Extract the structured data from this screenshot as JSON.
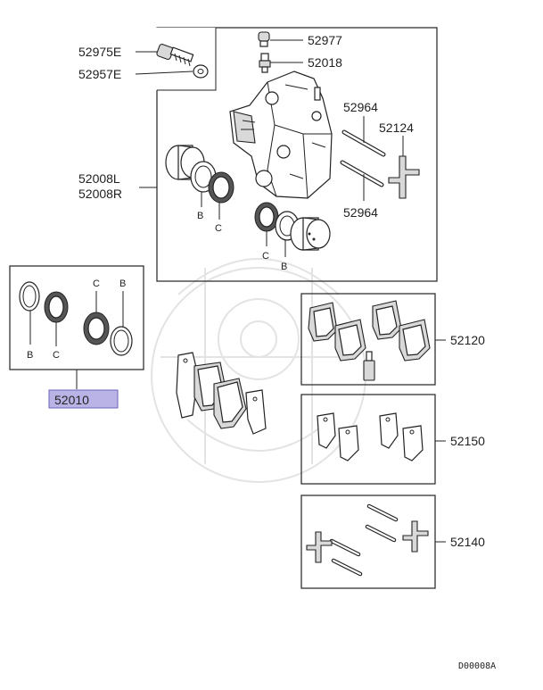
{
  "diagram": {
    "labels": {
      "bolt": "52975E",
      "washer": "52957E",
      "bleeder_cap": "52977",
      "bleeder_screw": "52018",
      "caliper": [
        "52008L",
        "52008R"
      ],
      "pin_upper": "52964",
      "pin_lower": "52964",
      "clip": "52124",
      "seal_kit": "52010",
      "pad_set": "52120",
      "shim_set": "52150",
      "pin_kit": "52140"
    },
    "callouts": {
      "b": "B",
      "c": "C"
    },
    "highlight_color": "#b9b3e6",
    "drawing_code": "D00008A"
  }
}
